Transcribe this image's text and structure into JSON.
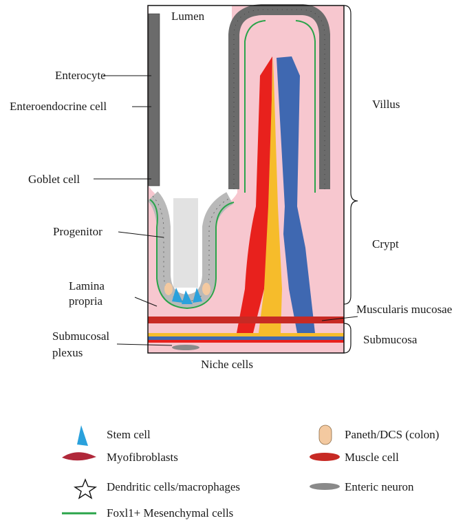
{
  "diagram": {
    "labels": {
      "lumen": "Lumen",
      "enterocyte": "Enterocyte",
      "enteroendocrine": "Enteroendocrine cell",
      "goblet": "Goblet cell",
      "progenitor": "Progenitor",
      "lamina_line1": "Lamina",
      "lamina_line2": "propria",
      "submucosal_line1": "Submucosal",
      "submucosal_line2": "plexus",
      "niche": "Niche cells",
      "villus": "Villus",
      "crypt": "Crypt",
      "muscularis": "Muscularis mucosae",
      "submucosa": "Submucosa"
    },
    "legend": {
      "stem": "Stem cell",
      "paneth": "Paneth/DCS (colon)",
      "myofibroblasts": "Myofibroblasts",
      "muscle": "Muscle cell",
      "dendritic": "Dendritic cells/macrophages",
      "neuron": "Enteric neuron",
      "foxl1": "Foxl1+ Mesenchymal cells"
    },
    "colors": {
      "tissue": "#f7c7cf",
      "epithelium": "#6b6b6b",
      "artery": "#e8211d",
      "lymph": "#f6bc2b",
      "vein": "#3f68b1",
      "muscle": "#c72a24",
      "stem": "#2aa1dc",
      "paneth": "#f3c9a0",
      "foxl1": "#2aa44a",
      "neuron": "#8a8a8a",
      "myofibroblast": "#b0283a",
      "endocrine": "#3f5f2a"
    }
  }
}
